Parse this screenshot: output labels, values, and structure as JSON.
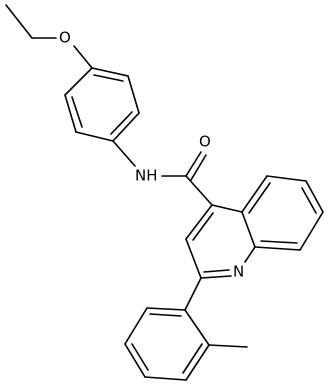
{
  "molecule": {
    "atom_labels": {
      "ether_oxygen": "O",
      "carbonyl_oxygen": "O",
      "amide_nitrogen": "NH",
      "ring_nitrogen": "N"
    }
  },
  "colors": {
    "bond": "#000000",
    "label": "#000000",
    "background": "#ffffff"
  }
}
